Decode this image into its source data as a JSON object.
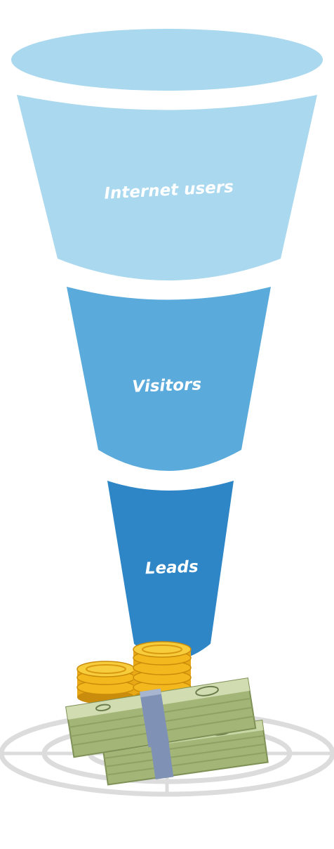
{
  "stages": [
    {
      "label": "Internet users",
      "color": "#a9d8ef"
    },
    {
      "label": "Visitors",
      "color": "#5aaadb"
    },
    {
      "label": "Leads",
      "color": "#2f86c6"
    }
  ],
  "colors": {
    "target_ring": "#d9d9d9",
    "coin_gold": "#f2b81d",
    "coin_dark": "#c98c0c",
    "bill_green": "#b9c98e",
    "bill_edge": "#8fa266",
    "band": "#7f92b5"
  },
  "icons": [
    "coin-stack-icon",
    "money-stack-icon",
    "target-icon"
  ]
}
